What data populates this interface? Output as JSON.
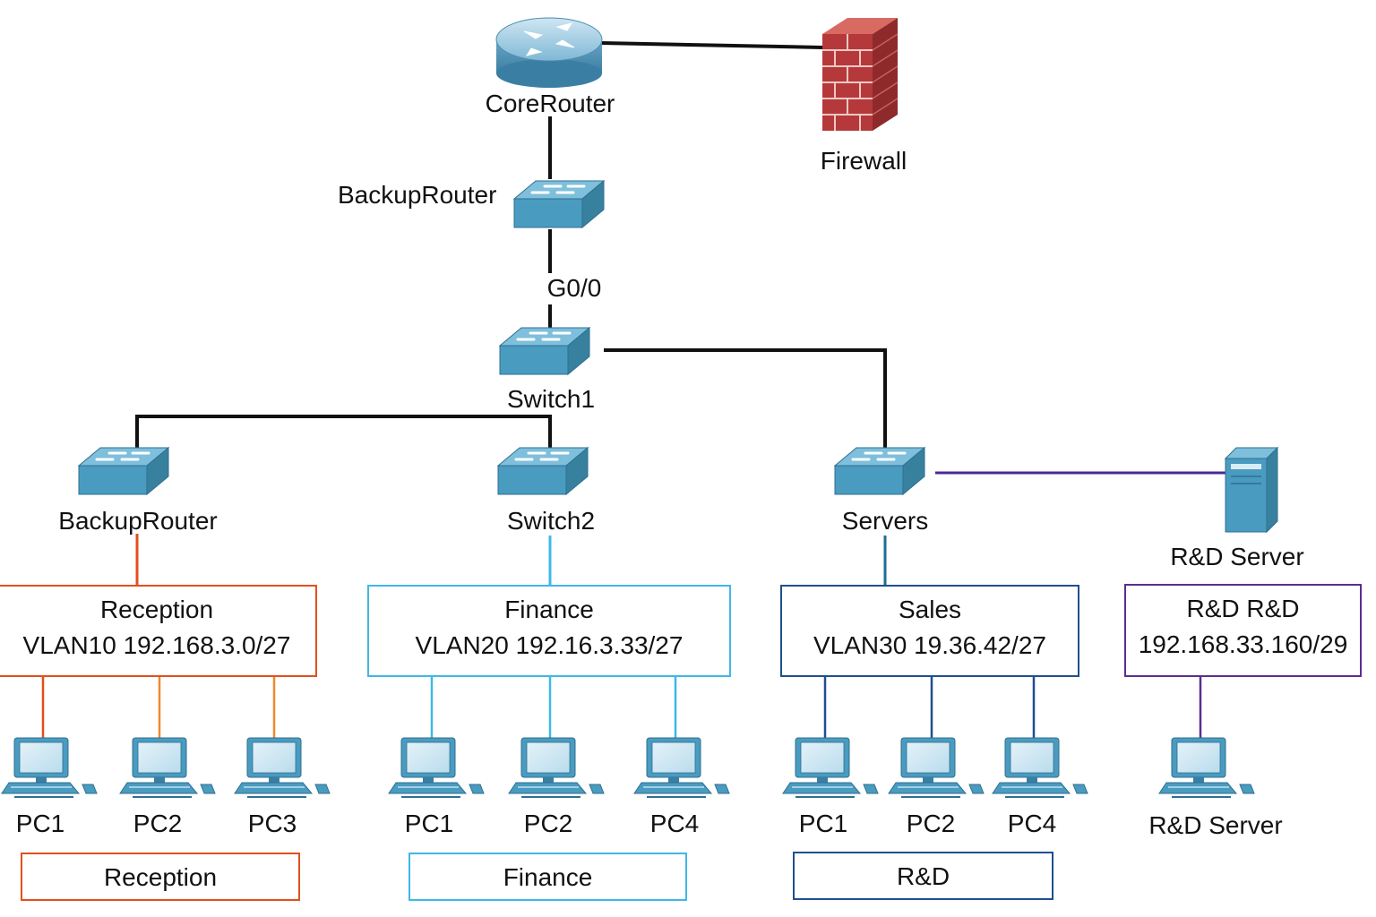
{
  "devices": {
    "core_router": "CoreRouter",
    "firewall": "Firewall",
    "backup_router_top": "BackupRouter",
    "link_port": "G0/0",
    "switch1": "Switch1",
    "backup_router_left": "BackupRouter",
    "switch2": "Switch2",
    "servers": "Servers",
    "rd_server_top": "R&D Server"
  },
  "vlans": [
    {
      "name": "Reception",
      "detail": "VLAN10 192.168.3.0/27",
      "color": "#e2501d"
    },
    {
      "name": "Finance",
      "detail": "VLAN20 192.16.3.33/27",
      "color": "#3fb8e8"
    },
    {
      "name": "Sales",
      "detail": "VLAN30 19.36.42/27",
      "color": "#1f4f8f"
    },
    {
      "name": "R&D R&D",
      "detail": "192.168.33.160/29",
      "color": "#5a2d91"
    }
  ],
  "pcs": {
    "reception": [
      "PC1",
      "PC2",
      "PC3"
    ],
    "finance": [
      "PC1",
      "PC2",
      "PC4"
    ],
    "sales": [
      "PC1",
      "PC2",
      "PC4"
    ],
    "rd": [
      "R&D Server"
    ]
  },
  "legend": {
    "reception": "Reception",
    "finance": "Finance",
    "rd": "R&D"
  },
  "colors": {
    "device_blue": "#4a9bc0",
    "firewall_red": "#b5393b",
    "trunk_line": "#111111",
    "reception": "#e2501d",
    "reception_light": "#ef8a2c",
    "finance": "#3fb8e8",
    "sales": "#1f4f8f",
    "rd": "#5a2d91"
  }
}
